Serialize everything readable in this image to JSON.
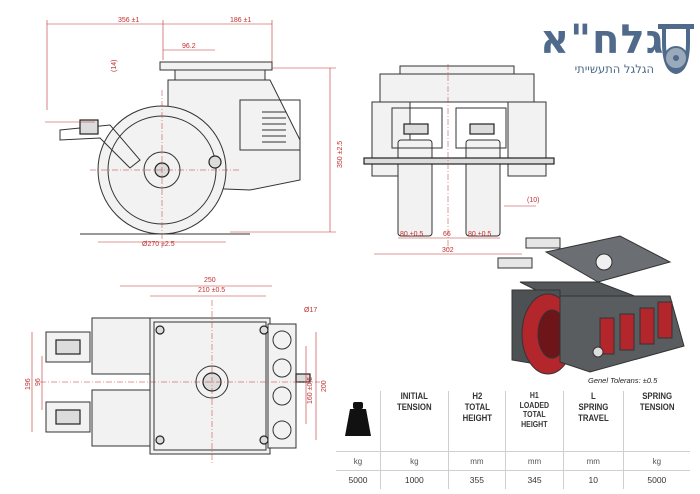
{
  "logo": {
    "title": "גלח\"א",
    "subtitle": "הגלגל התעשייתי",
    "icon": "caster-wheel-icon",
    "color": "#4f6a8a"
  },
  "dimensions": {
    "side_view": {
      "overall_width": "356 ±1",
      "offset": "186 ±1",
      "swivel_offset": "96.2",
      "plate_thickness": "(14)",
      "height": "350 ±2.5",
      "wheel_diameter": "Ø270 ±2.5"
    },
    "front_view": {
      "wheel_width_left": "80 ±0.5",
      "gap": "66",
      "wheel_width_right": "80 ±0.5",
      "overall": "302",
      "ground_clearance": "(10)"
    },
    "top_view": {
      "plate_length": "250",
      "bolt_spacing_x": "210 ±0.5",
      "hole": "Ø17",
      "overall_height": "196",
      "inner_height": "96",
      "plate_width": "200",
      "bolt_spacing_y": "160 ±0.5"
    }
  },
  "tolerance_note": "Genel Tolerans: ±0.5",
  "spec_table": {
    "columns": [
      {
        "icon": "weight-icon",
        "header": "",
        "unit": "kg",
        "value": "5000"
      },
      {
        "header": "INITIAL\nTENSION",
        "unit": "kg",
        "value": "1000"
      },
      {
        "header": "H2\nTOTAL\nHEIGHT",
        "unit": "mm",
        "value": "355"
      },
      {
        "header": "H1\nLOADED\nTOTAL\nHEIGHT",
        "unit": "mm",
        "value": "345"
      },
      {
        "header": "L\nSPRING\nTRAVEL",
        "unit": "mm",
        "value": "10"
      },
      {
        "header": "SPRING\nTENSION",
        "unit": "kg",
        "value": "5000"
      }
    ]
  },
  "colors": {
    "dimension_red": "#c03030",
    "logo_blue": "#4f6a8a",
    "render_red": "#b3262c",
    "render_grey": "#5a5d60"
  }
}
